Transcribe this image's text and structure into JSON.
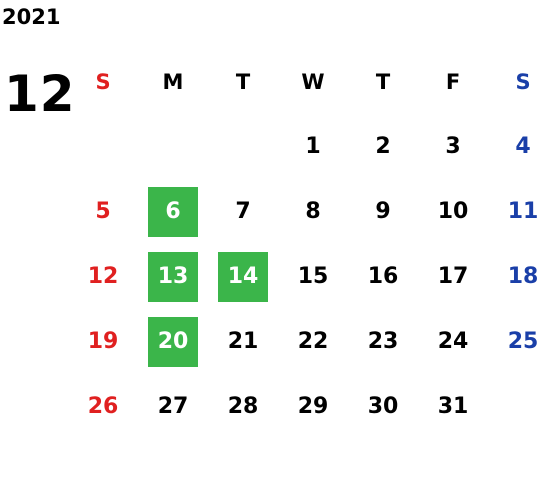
{
  "calendar": {
    "year": "2021",
    "month": "12",
    "weekdays": [
      "S",
      "M",
      "T",
      "W",
      "T",
      "F",
      "S"
    ],
    "colors": {
      "sunday": "#e02020",
      "saturday": "#1a3fa8",
      "weekday": "#000000",
      "highlight_bg": "#3bb54a",
      "highlight_text": "#ffffff"
    },
    "weeks": [
      [
        "",
        "",
        "",
        "1",
        "2",
        "3",
        "4"
      ],
      [
        "5",
        "6",
        "7",
        "8",
        "9",
        "10",
        "11"
      ],
      [
        "12",
        "13",
        "14",
        "15",
        "16",
        "17",
        "18"
      ],
      [
        "19",
        "20",
        "21",
        "22",
        "23",
        "24",
        "25"
      ],
      [
        "26",
        "27",
        "28",
        "29",
        "30",
        "31",
        ""
      ]
    ],
    "highlighted_days": [
      "6",
      "13",
      "14",
      "20"
    ]
  }
}
